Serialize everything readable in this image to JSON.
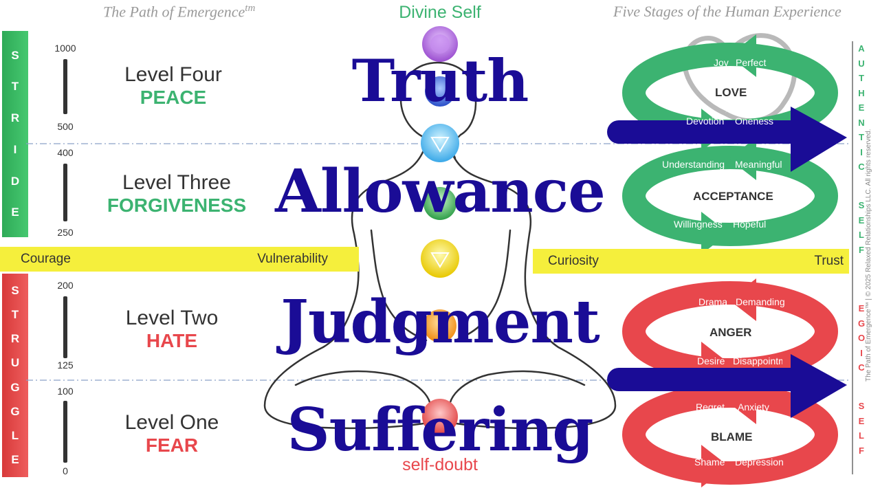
{
  "titles": {
    "left": "The Path of Emergence",
    "left_tm": "tm",
    "right": "Five Stages of the Human Experience",
    "top_center": "Divine Self",
    "bottom_center": "self-doubt"
  },
  "side_bars": {
    "stride": [
      "S",
      "T",
      "R",
      "I",
      "D",
      "E"
    ],
    "struggle": [
      "S",
      "T",
      "R",
      "U",
      "G",
      "G",
      "L",
      "E"
    ]
  },
  "scale_numbers": [
    "1000",
    "500",
    "400",
    "250",
    "200",
    "125",
    "100",
    "0"
  ],
  "levels": [
    {
      "name": "Level Four",
      "emotion": "PEACE"
    },
    {
      "name": "Level Three",
      "emotion": "FORGIVENESS"
    },
    {
      "name": "Level Two",
      "emotion": "HATE"
    },
    {
      "name": "Level One",
      "emotion": "FEAR"
    }
  ],
  "band": {
    "left_start": "Courage",
    "left_end": "Vulnerability",
    "right_start": "Curiosity",
    "right_end": "Trust"
  },
  "big_words": [
    "Truth",
    "Allowance",
    "Judgment",
    "Suffering"
  ],
  "cycles": [
    {
      "title": "LOVE",
      "top_left": "Joy",
      "top_right": "Perfect",
      "bottom_left": "Devotion",
      "bottom_right": "Oneness"
    },
    {
      "title": "ACCEPTANCE",
      "top_left": "Understanding",
      "top_right": "Meaningful",
      "bottom_left": "Willingness",
      "bottom_right": "Hopeful"
    },
    {
      "title": "ANGER",
      "top_left": "Drama",
      "top_right": "Demanding",
      "bottom_left": "Desire",
      "bottom_right": "Disappointment"
    },
    {
      "title": "BLAME",
      "top_left": "Regret",
      "top_right": "Anxiety",
      "bottom_left": "Shame",
      "bottom_right": "Depression"
    }
  ],
  "right_bars": {
    "authentic": [
      "A",
      "U",
      "T",
      "H",
      "E",
      "N",
      "T",
      "I",
      "C"
    ],
    "authentic_self": [
      "S",
      "E",
      "L",
      "F"
    ],
    "egoic": [
      "E",
      "G",
      "O",
      "I",
      "C"
    ],
    "egoic_self": [
      "S",
      "E",
      "L",
      "F"
    ]
  },
  "copyright": "The Path of Emergence™ | © 2025 Relaxed Relationships LLC. All rights reserved.",
  "colors": {
    "green": "#3cb371",
    "red": "#e8474c",
    "navy": "#1a0c96",
    "yellow": "#f5ef3c",
    "grey_text": "#9a9a9a"
  }
}
